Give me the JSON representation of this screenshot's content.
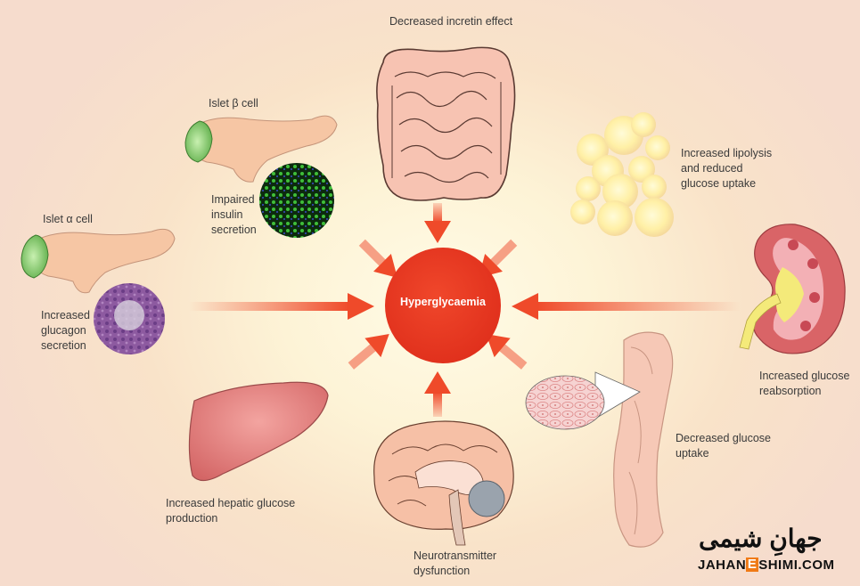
{
  "center": {
    "label": "Hyperglycaemia",
    "color": "#e5311c"
  },
  "labels": {
    "incretin": "Decreased incretin effect",
    "lipolysis": "Increased lipolysis\nand reduced\nglucose uptake",
    "beta_cell": "Islet β cell",
    "insulin": "Impaired\ninsulin\nsecretion",
    "alpha_cell": "Islet α cell",
    "glucagon": "Increased\nglucagon\nsecretion",
    "reabsorption": "Increased glucose\nreabsorption",
    "uptake": "Decreased glucose\nuptake",
    "hepatic": "Increased hepatic glucose\nproduction",
    "neuro": "Neurotransmitter\ndysfunction"
  },
  "watermark": {
    "arabic": "جهانِ شیمی",
    "site_before": "JAHAN",
    "site_e": "E",
    "site_after": "SHIMI.COM",
    "accent": "#f07a15"
  },
  "icons": [
    "intestine-icon",
    "fat-cells-icon",
    "pancreas-beta-icon",
    "islet-micrograph-icon",
    "pancreas-alpha-icon",
    "alpha-micrograph-icon",
    "kidney-icon",
    "muscle-arm-icon",
    "liver-icon",
    "brain-icon"
  ]
}
